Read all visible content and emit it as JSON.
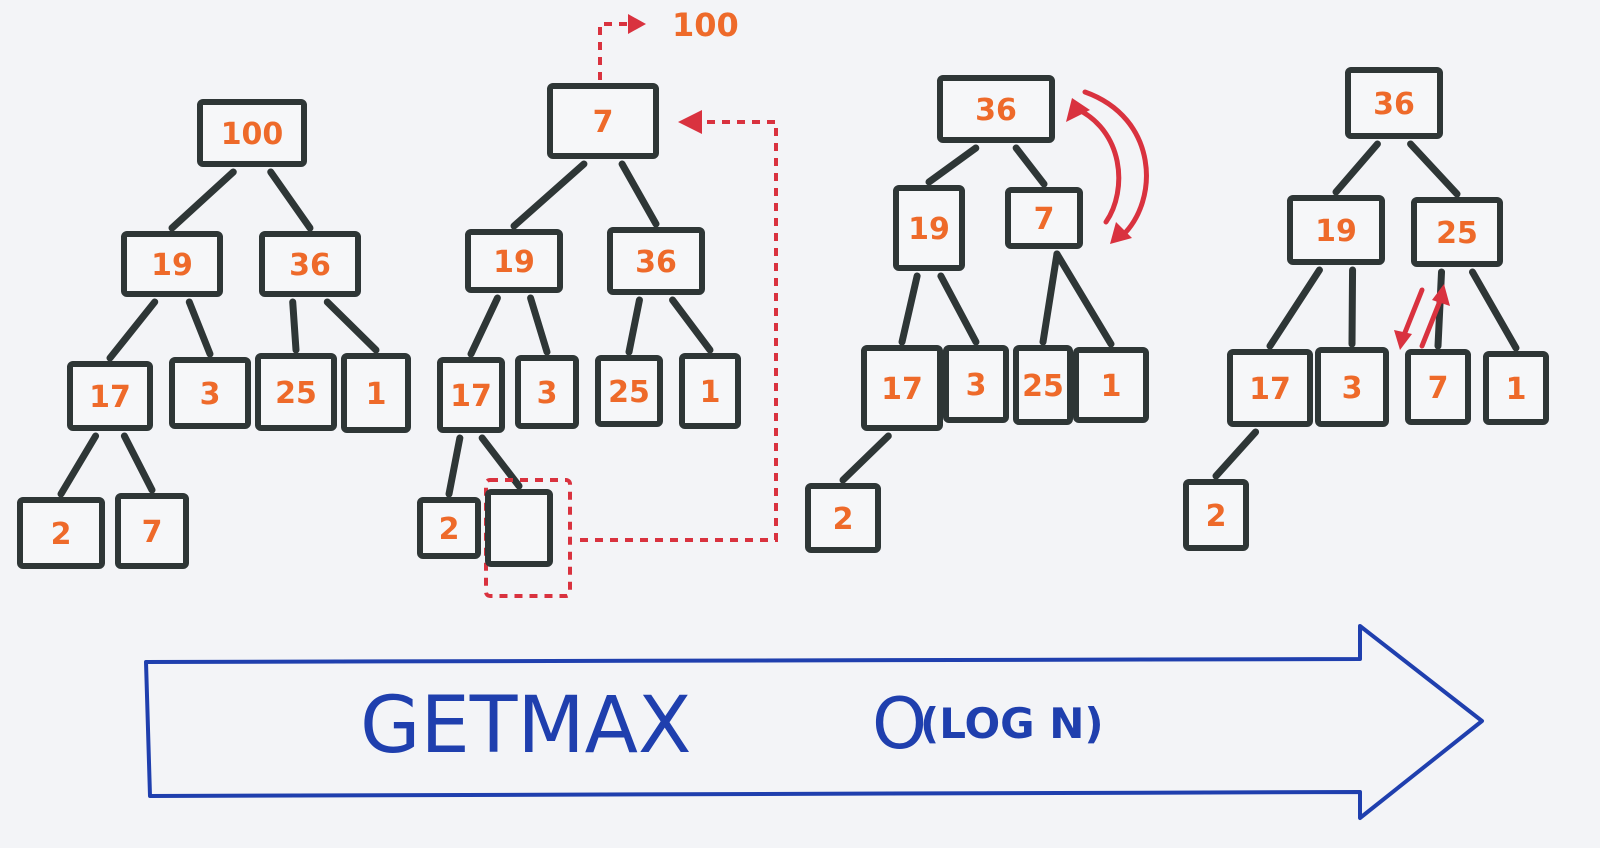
{
  "stages": [
    {
      "id": "stage-1",
      "nodes": [
        {
          "key": "r",
          "value": "100"
        },
        {
          "key": "a",
          "value": "19"
        },
        {
          "key": "b",
          "value": "36"
        },
        {
          "key": "c",
          "value": "17"
        },
        {
          "key": "d",
          "value": "3"
        },
        {
          "key": "e",
          "value": "25"
        },
        {
          "key": "f",
          "value": "1"
        },
        {
          "key": "g",
          "value": "2"
        },
        {
          "key": "h",
          "value": "7"
        }
      ]
    },
    {
      "id": "stage-2",
      "nodes": [
        {
          "key": "r",
          "value": "7"
        },
        {
          "key": "a",
          "value": "19"
        },
        {
          "key": "b",
          "value": "36"
        },
        {
          "key": "c",
          "value": "17"
        },
        {
          "key": "d",
          "value": "3"
        },
        {
          "key": "e",
          "value": "25"
        },
        {
          "key": "f",
          "value": "1"
        },
        {
          "key": "g",
          "value": "2"
        },
        {
          "key": "h",
          "value": ""
        }
      ],
      "removed_value": "100"
    },
    {
      "id": "stage-3",
      "nodes": [
        {
          "key": "r",
          "value": "36"
        },
        {
          "key": "a",
          "value": "19"
        },
        {
          "key": "b",
          "value": "7"
        },
        {
          "key": "c",
          "value": "17"
        },
        {
          "key": "d",
          "value": "3"
        },
        {
          "key": "e",
          "value": "25"
        },
        {
          "key": "f",
          "value": "1"
        },
        {
          "key": "g",
          "value": "2"
        }
      ]
    },
    {
      "id": "stage-4",
      "nodes": [
        {
          "key": "r",
          "value": "36"
        },
        {
          "key": "a",
          "value": "19"
        },
        {
          "key": "b",
          "value": "25"
        },
        {
          "key": "c",
          "value": "17"
        },
        {
          "key": "d",
          "value": "3"
        },
        {
          "key": "e",
          "value": "7"
        },
        {
          "key": "f",
          "value": "1"
        },
        {
          "key": "g",
          "value": "2"
        }
      ]
    }
  ],
  "banner": {
    "operation": "GETMAX",
    "complexity_main": "O",
    "complexity_arg": "(LOG N)"
  },
  "colors": {
    "node_text": "#ee6a2a",
    "node_border": "#2e3636",
    "annotation": "#d9323f",
    "banner": "#1f3fae"
  }
}
